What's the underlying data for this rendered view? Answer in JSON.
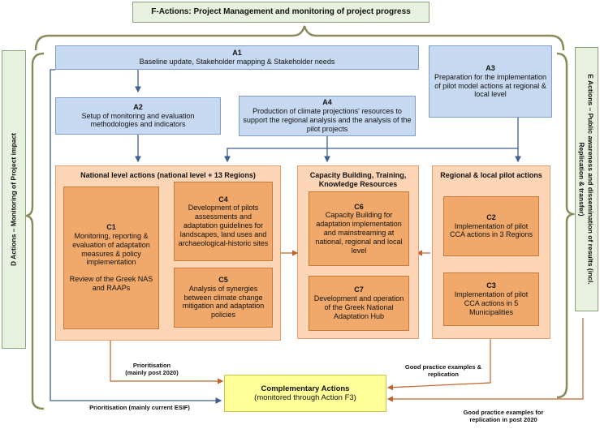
{
  "f_actions": {
    "label": "F-Actions: Project Management and monitoring of project progress"
  },
  "d_actions": {
    "label": "D Actions – Monitoring of Project impact"
  },
  "e_actions": {
    "line1": "E Actions – Public awareness and dissemination of results (incl.",
    "line2": "Replication & transfer)"
  },
  "a1": {
    "code": "A1",
    "text": "Baseline update, Stakeholder mapping & Stakeholder needs"
  },
  "a2": {
    "code": "A2",
    "text": "Setup of monitoring and evaluation methodologies and indicators"
  },
  "a3": {
    "code": "A3",
    "text": "Preparation for the implementation of pilot model actions at regional & local level"
  },
  "a4": {
    "code": "A4",
    "text": "Production of climate projections' resources to support the regional analysis and the analysis of the pilot projects"
  },
  "national": {
    "title": "National level actions (national level + 13 Regions)"
  },
  "capacity": {
    "title": "Capacity Building, Training, Knowledge Resources"
  },
  "regional": {
    "title": "Regional & local pilot actions"
  },
  "c1": {
    "code": "C1",
    "text": "Monitoring, reporting & evaluation of adaptation measures & policy implementation",
    "text2": "Review of the Greek NAS and RAAPs"
  },
  "c4": {
    "code": "C4",
    "text": "Development of pilots assessments and adaptation guidelines for landscapes, land uses and archaeological-historic sites"
  },
  "c5": {
    "code": "C5",
    "text": "Analysis of synergies between climate change mitigation and adaptation policies"
  },
  "c6": {
    "code": "C6",
    "text": "Capacity Building for adaptation implementation and mainstreaming at national, regional and local level"
  },
  "c7": {
    "code": "C7",
    "text": "Development and operation of the Greek National Adaptation Hub"
  },
  "c2": {
    "code": "C2",
    "text": "Implementation of pilot CCA actions in 3 Regions"
  },
  "c3": {
    "code": "C3",
    "text": "Implementation of pilot CCA actions in 5 Municipalities"
  },
  "complementary": {
    "line1": "Complementary Actions",
    "line2": "(monitored through Action F3)"
  },
  "labels": {
    "prioritisation": "Prioritisation",
    "prioritisation_sub": "(mainly post 2020)",
    "prioritisation_current": "Prioritisation (mainly current ESIF)",
    "good_practice": "Good practice examples &",
    "good_practice_sub": "replication",
    "good_practice_post": "Good practice examples for",
    "good_practice_post_sub": "replication in post 2020"
  },
  "colors": {
    "blue": "#c6d9f0",
    "panel": "#fbd5b5",
    "orange": "#f0a96a",
    "green": "#e8f0df",
    "yellow": "#ffff99",
    "arrow_blue": "#3f5f8f",
    "arrow_orange": "#c0632a"
  }
}
